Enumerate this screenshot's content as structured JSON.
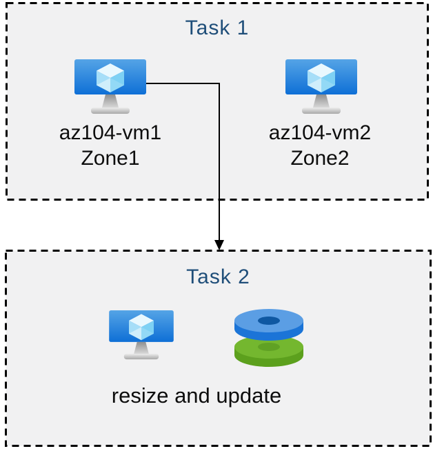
{
  "task1": {
    "title": "Task 1",
    "vms": [
      {
        "name": "az104-vm1",
        "zone": "Zone1",
        "icon": "virtual-machine-icon"
      },
      {
        "name": "az104-vm2",
        "zone": "Zone2",
        "icon": "virtual-machine-icon"
      }
    ]
  },
  "task2": {
    "title": "Task 2",
    "caption": "resize and update",
    "icons": [
      "virtual-machine-icon",
      "disks-icon"
    ]
  },
  "connector": {
    "from": "az104-vm1",
    "to": "Task 2",
    "style": "elbow-arrow-down"
  },
  "colors": {
    "title": "#1f4e79",
    "box_fill": "#f1f1f2",
    "border": "#000000",
    "connector": "#000000",
    "label": "#0d0d0d",
    "vm_screen_top": "#55a4e6",
    "vm_screen_bottom": "#0e6fd6",
    "disk_blue_top": "#5b9ee4",
    "disk_blue_rim": "#1b74d7",
    "disk_green_top": "#74b72f",
    "disk_green_rim": "#5ca01d"
  }
}
